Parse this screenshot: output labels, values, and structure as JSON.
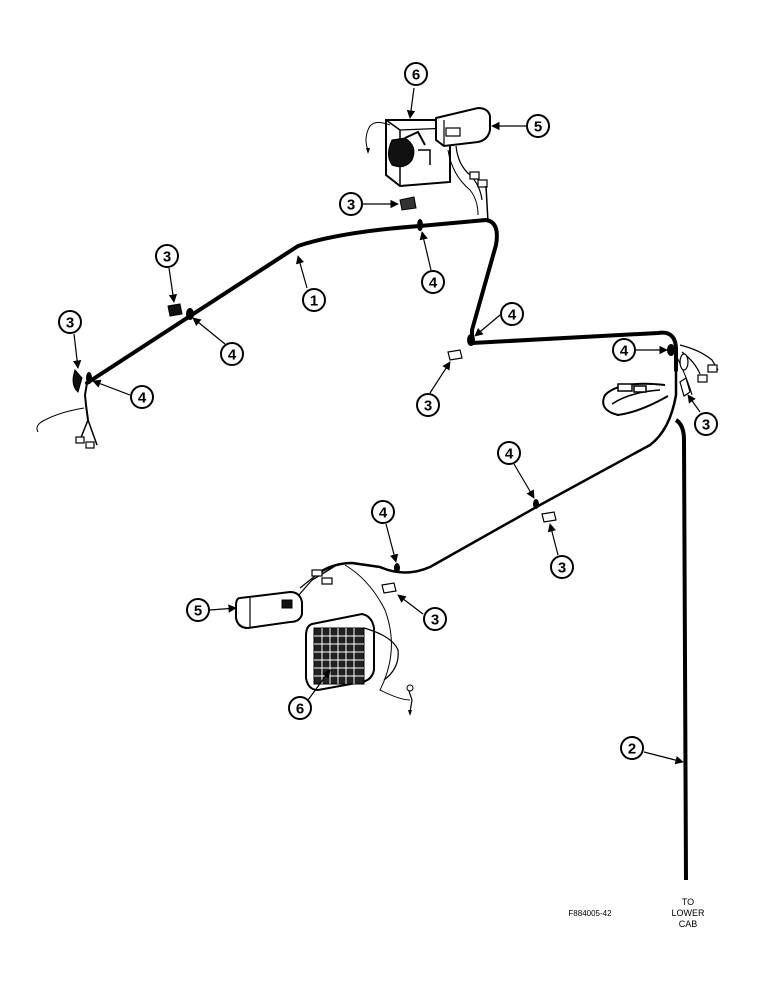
{
  "callouts": {
    "c1": "1",
    "c2": "2",
    "c3": "3",
    "c4": "4",
    "c5": "5",
    "c6": "6"
  },
  "destination": {
    "line1": "TO",
    "line2": "LOWER",
    "line3": "CAB"
  },
  "figure_id": "F884005-42",
  "colors": {
    "ink": "#000000",
    "paper": "#ffffff"
  }
}
